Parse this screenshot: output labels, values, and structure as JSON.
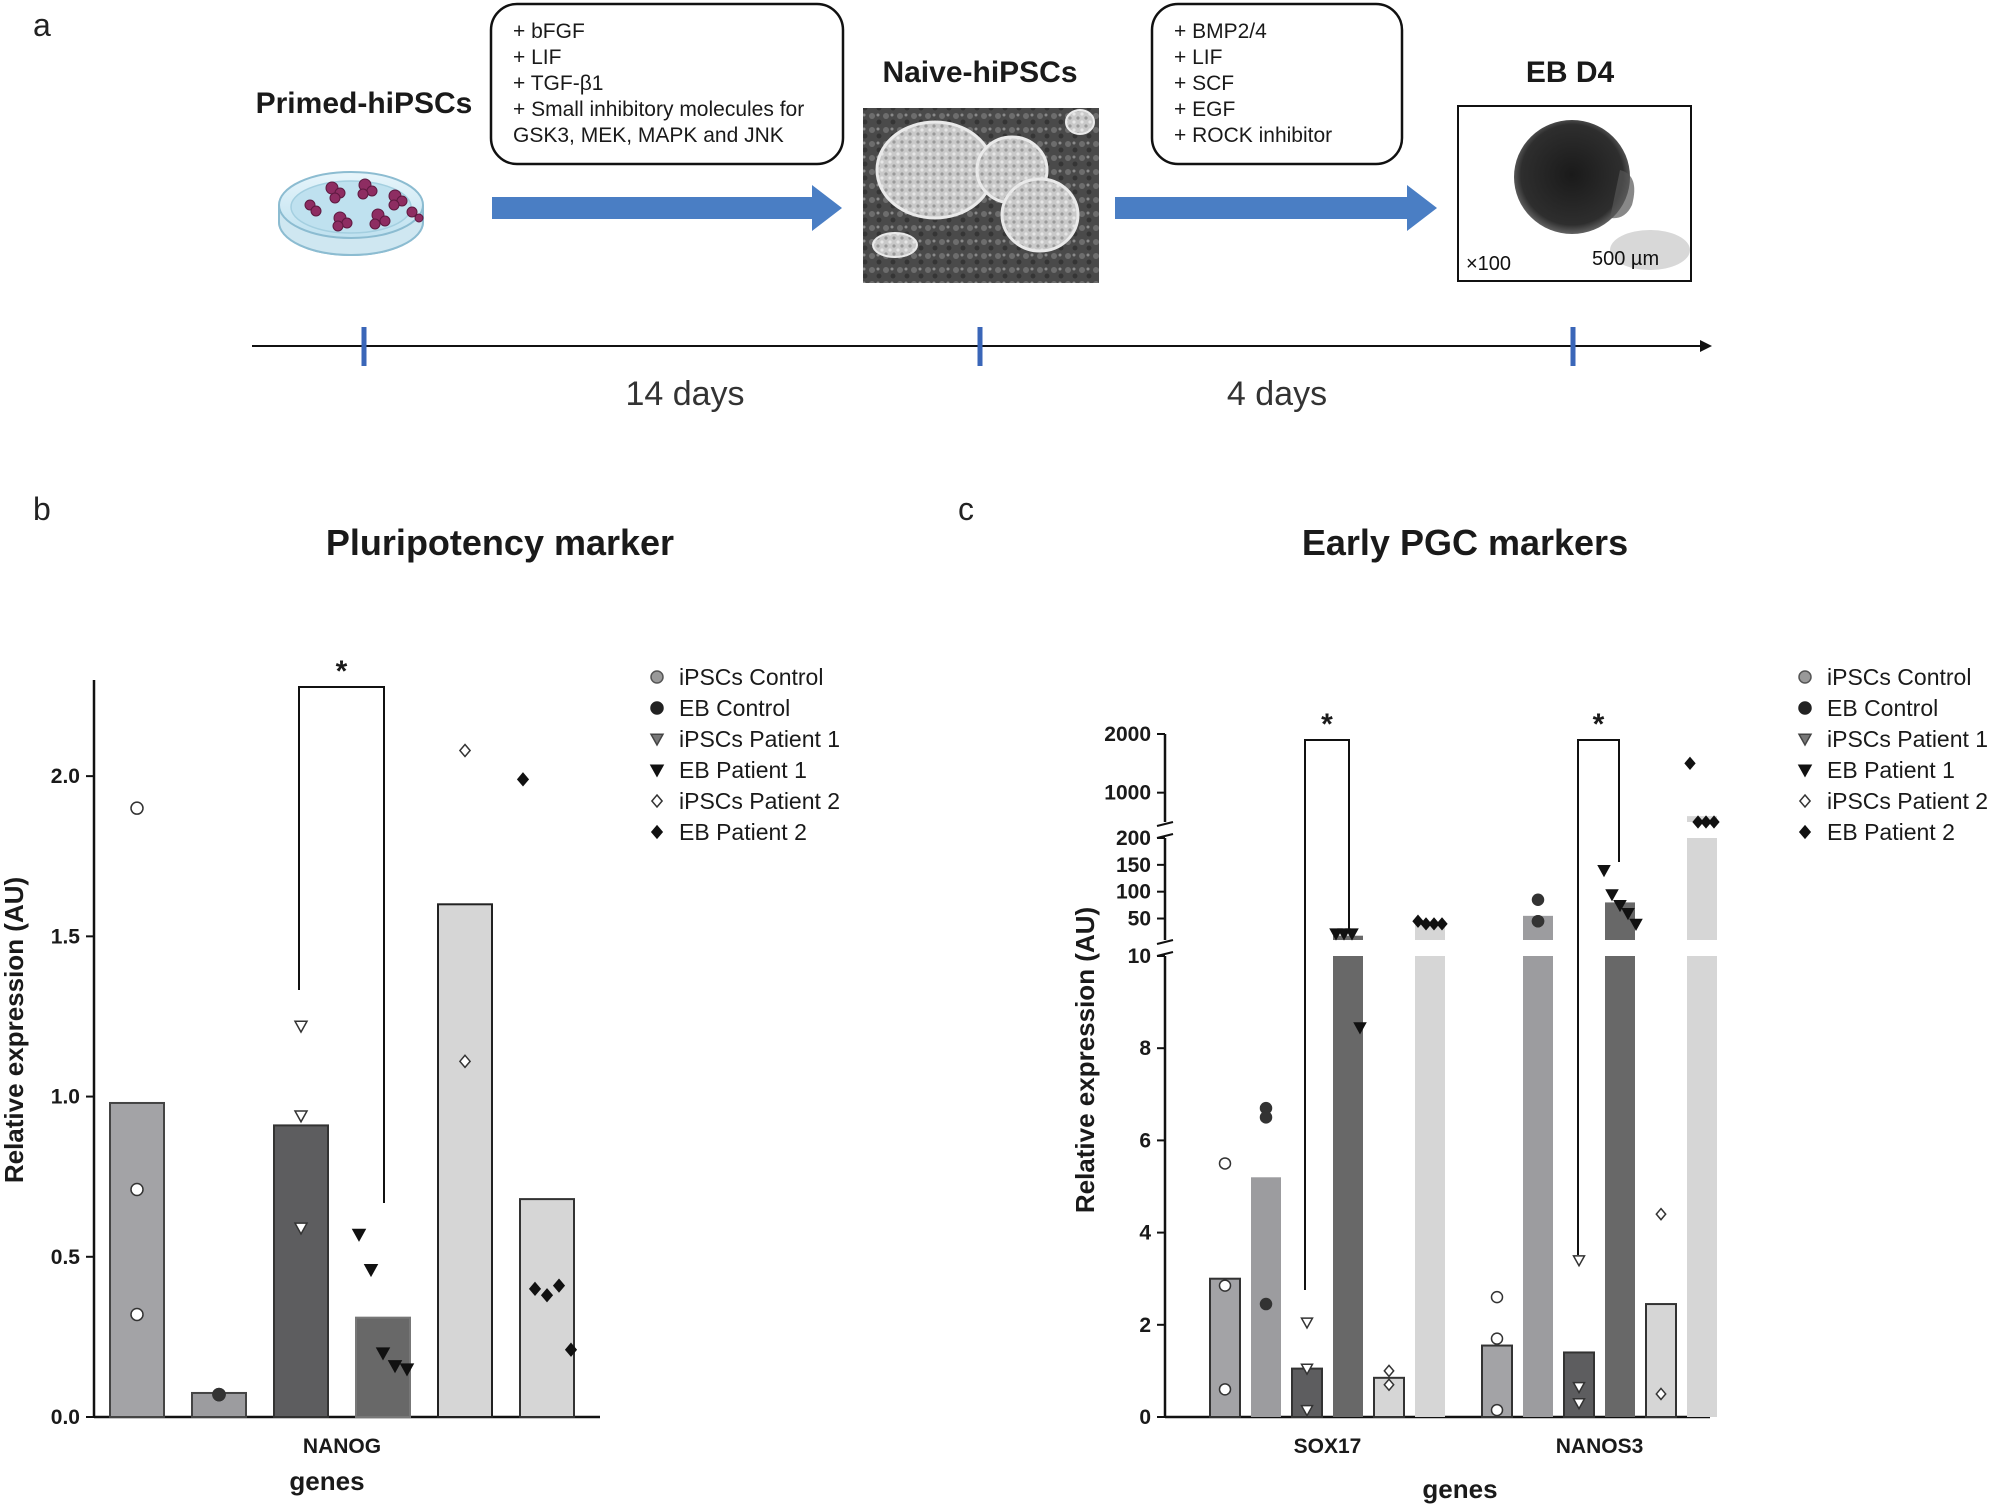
{
  "panel_a": {
    "letter": "a",
    "stages": [
      "Primed-hiPSCs",
      "Naive-hiPSCs",
      "EB D4"
    ],
    "box1_lines": [
      "+ bFGF",
      "+ LIF",
      "+ TGF-β1",
      "+ Small inhibitory molecules for",
      "GSK3, MEK, MAPK and JNK"
    ],
    "box2_lines": [
      "+ BMP2/4",
      "+ LIF",
      "+ SCF",
      "+ EGF",
      "+ ROCK inhibitor"
    ],
    "durations": [
      "14 days",
      "4 days"
    ],
    "eb_magnification": "×100",
    "eb_scalebar": "500 µm",
    "colors": {
      "arrow": "#4a7ec4",
      "tick": "#3a66b8"
    }
  },
  "panel_b": {
    "letter": "b"
  },
  "panel_c": {
    "letter": "c"
  },
  "legend": [
    "iPSCs Control",
    "EB Control",
    "iPSCs Patient 1",
    "EB Patient 1",
    "iPSCs Patient 2",
    "EB Patient 2"
  ],
  "colors": {
    "iPSCs Control": "#a3a3a6",
    "EB Control": "#9c9c9f",
    "iPSCs Patient 1": "#5d5d5f",
    "EB Patient 1": "#686868",
    "iPSCs Patient 2": "#d6d6d6",
    "EB Patient 2": "#d6d6d6"
  },
  "chart_data": [
    {
      "type": "bar",
      "title": "Pluripotency marker",
      "xlabel": "genes",
      "ylabel": "Relative expression (AU)",
      "categories": [
        "NANOG"
      ],
      "ylim": [
        0,
        2.3
      ],
      "yticks": [
        "0.0",
        "0.5",
        "1.0",
        "1.5",
        "2.0"
      ],
      "significance": [
        "*"
      ],
      "series": [
        {
          "name": "iPSCs Control",
          "values": [
            0.98
          ],
          "points": [
            1.9,
            0.71,
            0.32
          ]
        },
        {
          "name": "EB Control",
          "values": [
            0.075
          ],
          "points": [
            0.07,
            0.07,
            0.07
          ]
        },
        {
          "name": "iPSCs Patient 1",
          "values": [
            0.91
          ],
          "points": [
            1.22,
            0.94,
            0.59
          ]
        },
        {
          "name": "EB Patient 1",
          "values": [
            0.31
          ],
          "points": [
            0.57,
            0.46,
            0.2,
            0.16,
            0.15
          ]
        },
        {
          "name": "iPSCs Patient 2",
          "values": [
            1.6
          ],
          "points": [
            2.08,
            1.11
          ]
        },
        {
          "name": "EB Patient 2",
          "values": [
            0.68
          ],
          "points": [
            1.99,
            0.4,
            0.38,
            0.41,
            0.21
          ]
        }
      ]
    },
    {
      "type": "bar",
      "title": "Early PGC markers",
      "xlabel": "genes",
      "ylabel": "Relative expression (AU)",
      "categories": [
        "SOX17",
        "NANOS3"
      ],
      "ylim": [
        0,
        2000
      ],
      "yticks": [
        "0",
        "2",
        "4",
        "6",
        "8",
        "10",
        "50",
        "100",
        "150",
        "200",
        "1000",
        "2000"
      ],
      "significance": [
        "*",
        "*"
      ],
      "series": [
        {
          "name": "iPSCs Control",
          "values": [
            3.0,
            1.55
          ],
          "points": [
            [
              5.5,
              2.85,
              0.6
            ],
            [
              2.6,
              1.7,
              0.15
            ]
          ]
        },
        {
          "name": "EB Control",
          "values": [
            5.2,
            55
          ],
          "points": [
            [
              6.7,
              6.5,
              2.45
            ],
            [
              85,
              45,
              45
            ]
          ]
        },
        {
          "name": "iPSCs Patient 1",
          "values": [
            1.05,
            1.4
          ],
          "points": [
            [
              2.05,
              1.05,
              0.15
            ],
            [
              3.4,
              0.65,
              0.3
            ]
          ]
        },
        {
          "name": "EB Patient 1",
          "values": [
            18,
            80
          ],
          "points": [
            [
              22,
              22,
              22,
              8.45
            ],
            [
              140,
              95,
              75,
              60,
              40
            ]
          ]
        },
        {
          "name": "iPSCs Patient 2",
          "values": [
            0.85,
            2.45
          ],
          "points": [
            [
              1.0,
              0.7
            ],
            [
              4.4,
              0.5
            ]
          ]
        },
        {
          "name": "EB Patient 2",
          "values": [
            40,
            600
          ],
          "points": [
            [
              45,
              40,
              40,
              40
            ],
            [
              1500,
              500,
              500,
              500
            ]
          ]
        }
      ]
    }
  ]
}
